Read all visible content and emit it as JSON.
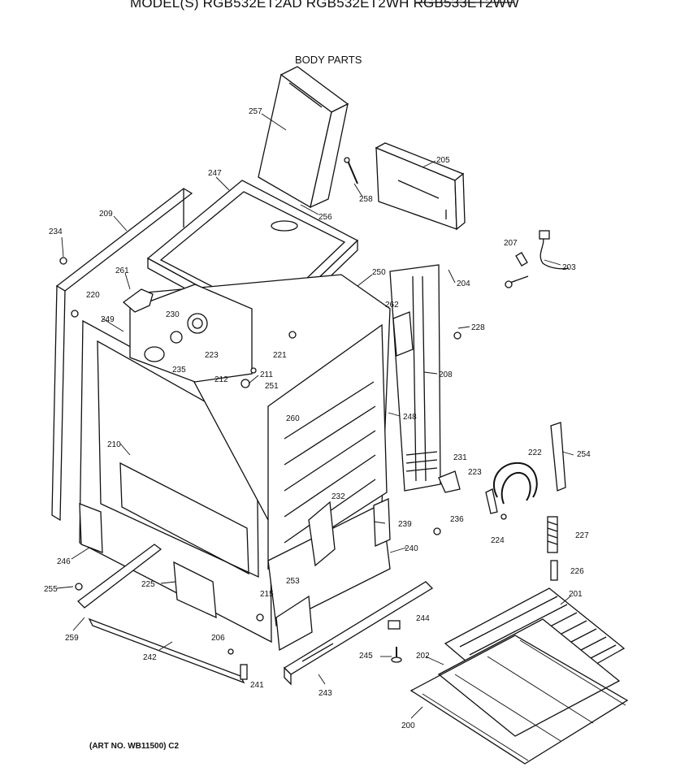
{
  "header": "MODEL(S) RGB532ET2AD  RGB532ET2WH  RGB533ET2WW",
  "section_title": "BODY PARTS",
  "art_number": "(ART NO. WB11500) C2",
  "parts": [
    {
      "id": "257",
      "name": "part-257"
    },
    {
      "id": "205",
      "name": "part-205"
    },
    {
      "id": "247",
      "name": "part-247"
    },
    {
      "id": "258",
      "name": "part-258-screw"
    },
    {
      "id": "256",
      "name": "part-256"
    },
    {
      "id": "209",
      "name": "part-209"
    },
    {
      "id": "234",
      "name": "part-234"
    },
    {
      "id": "207",
      "name": "part-207"
    },
    {
      "id": "203",
      "name": "part-203"
    },
    {
      "id": "204",
      "name": "part-204"
    },
    {
      "id": "261",
      "name": "part-261"
    },
    {
      "id": "250",
      "name": "part-250"
    },
    {
      "id": "220",
      "name": "part-220"
    },
    {
      "id": "262",
      "name": "part-262"
    },
    {
      "id": "228",
      "name": "part-228"
    },
    {
      "id": "249",
      "name": "part-249"
    },
    {
      "id": "230",
      "name": "part-230"
    },
    {
      "id": "223",
      "name": "part-223-valve"
    },
    {
      "id": "221",
      "name": "part-221"
    },
    {
      "id": "235",
      "name": "part-235"
    },
    {
      "id": "208",
      "name": "part-208"
    },
    {
      "id": "211",
      "name": "part-211"
    },
    {
      "id": "212",
      "name": "part-212"
    },
    {
      "id": "251",
      "name": "part-251"
    },
    {
      "id": "248",
      "name": "part-248"
    },
    {
      "id": "260",
      "name": "part-260"
    },
    {
      "id": "231",
      "name": "part-231"
    },
    {
      "id": "222",
      "name": "part-222"
    },
    {
      "id": "254",
      "name": "part-254"
    },
    {
      "id": "210",
      "name": "part-210"
    },
    {
      "id": "223",
      "name": "part-223-bracket"
    },
    {
      "id": "232",
      "name": "part-232"
    },
    {
      "id": "239",
      "name": "part-239"
    },
    {
      "id": "236",
      "name": "part-236"
    },
    {
      "id": "224",
      "name": "part-224"
    },
    {
      "id": "227",
      "name": "part-227"
    },
    {
      "id": "240",
      "name": "part-240"
    },
    {
      "id": "246",
      "name": "part-246"
    },
    {
      "id": "226",
      "name": "part-226"
    },
    {
      "id": "225",
      "name": "part-225"
    },
    {
      "id": "253",
      "name": "part-253"
    },
    {
      "id": "255",
      "name": "part-255"
    },
    {
      "id": "201",
      "name": "part-201"
    },
    {
      "id": "215",
      "name": "part-215"
    },
    {
      "id": "244",
      "name": "part-244"
    },
    {
      "id": "259",
      "name": "part-259"
    },
    {
      "id": "206",
      "name": "part-206"
    },
    {
      "id": "242",
      "name": "part-242"
    },
    {
      "id": "245",
      "name": "part-245"
    },
    {
      "id": "202",
      "name": "part-202"
    },
    {
      "id": "241",
      "name": "part-241"
    },
    {
      "id": "243",
      "name": "part-243"
    },
    {
      "id": "200",
      "name": "part-200"
    }
  ]
}
